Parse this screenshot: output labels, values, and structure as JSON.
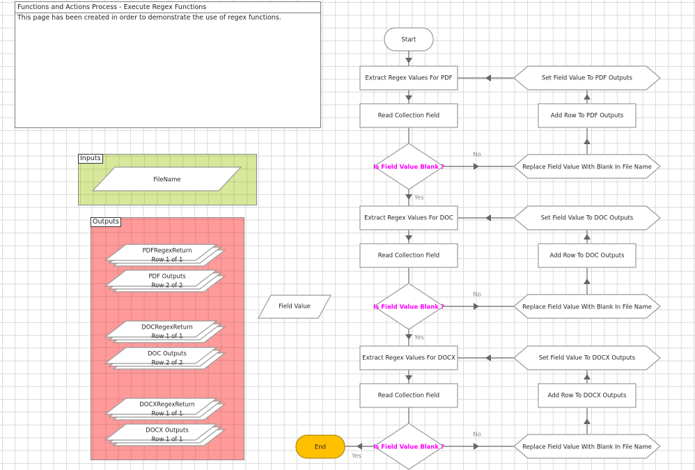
{
  "note": {
    "title": "Functions and Actions Process - Execute Regex Functions",
    "body": "This page has been created in order to demonstrate the use of regex functions."
  },
  "inputs_block": {
    "label": "Inputs",
    "items": [
      {
        "name": "FileName"
      }
    ]
  },
  "outputs_block": {
    "label": "Outputs",
    "collections": [
      {
        "name": "PDFRegexReturn",
        "rows": "Row 1 of 1"
      },
      {
        "name": "PDF Outputs",
        "rows": "Row 2 of 2"
      },
      {
        "name": "DOCRegexReturn",
        "rows": "Row 1 of 1"
      },
      {
        "name": "DOC Outputs",
        "rows": "Row 2 of 2"
      },
      {
        "name": "DOCXRegexReturn",
        "rows": "Row 1 of 1"
      },
      {
        "name": "DOCX Outputs",
        "rows": "Row 1 of 1"
      }
    ]
  },
  "data_items": [
    {
      "name": "Field Value"
    }
  ],
  "flow": {
    "start": "Start",
    "end": "End",
    "end_color": "#ffc000",
    "decision_color": "#ff00ff",
    "yes_label": "Yes",
    "no_label": "No",
    "sections": [
      {
        "extract": "Extract Regex Values For PDF",
        "read": "Read Collection Field",
        "decision": "Is Field Value Blank ?",
        "replace": "Replace Field Value With Blank In File Name",
        "add_row": "Add Row To PDF Outputs",
        "set_field": "Set Field Value To PDF Outputs"
      },
      {
        "extract": "Extract Regex Values For DOC",
        "read": "Read Collection Field",
        "decision": "Is Field Value Blank ?",
        "replace": "Replace Field Value With Blank In File Name",
        "add_row": "Add Row To DOC Outputs",
        "set_field": "Set Field Value To DOC Outputs"
      },
      {
        "extract": "Extract Regex Values For DOCX",
        "read": "Read Collection Field",
        "decision": "Is Field Value Blank ?",
        "replace": "Replace Field Value With Blank In File Name",
        "add_row": "Add Row To DOCX Outputs",
        "set_field": "Set Field Value To DOCX Outputs"
      }
    ]
  }
}
